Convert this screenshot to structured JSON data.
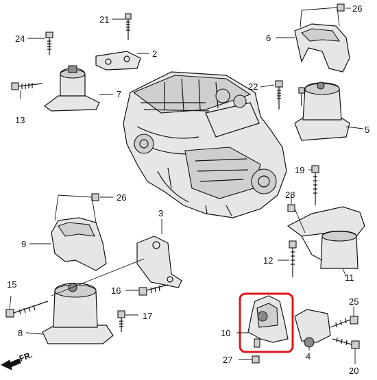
{
  "diagram": {
    "callouts": [
      {
        "id": "c21",
        "text": "21"
      },
      {
        "id": "c24",
        "text": "24"
      },
      {
        "id": "c2",
        "text": "2"
      },
      {
        "id": "c13",
        "text": "13"
      },
      {
        "id": "c7",
        "text": "7"
      },
      {
        "id": "c26a",
        "text": "26"
      },
      {
        "id": "c6",
        "text": "6"
      },
      {
        "id": "c22",
        "text": "22"
      },
      {
        "id": "c5",
        "text": "5"
      },
      {
        "id": "c19",
        "text": "19"
      },
      {
        "id": "c28",
        "text": "28"
      },
      {
        "id": "c26b",
        "text": "26"
      },
      {
        "id": "c3",
        "text": "3"
      },
      {
        "id": "c9",
        "text": "9"
      },
      {
        "id": "c12",
        "text": "12"
      },
      {
        "id": "c11",
        "text": "11"
      },
      {
        "id": "c15",
        "text": "15"
      },
      {
        "id": "c16",
        "text": "16"
      },
      {
        "id": "c17",
        "text": "17"
      },
      {
        "id": "c8",
        "text": "8"
      },
      {
        "id": "c25",
        "text": "25"
      },
      {
        "id": "c10",
        "text": "10"
      },
      {
        "id": "c4",
        "text": "4"
      },
      {
        "id": "c27",
        "text": "27"
      },
      {
        "id": "c20",
        "text": "20"
      }
    ],
    "direction_label": "FR.",
    "highlight_color": "#e0141a"
  }
}
